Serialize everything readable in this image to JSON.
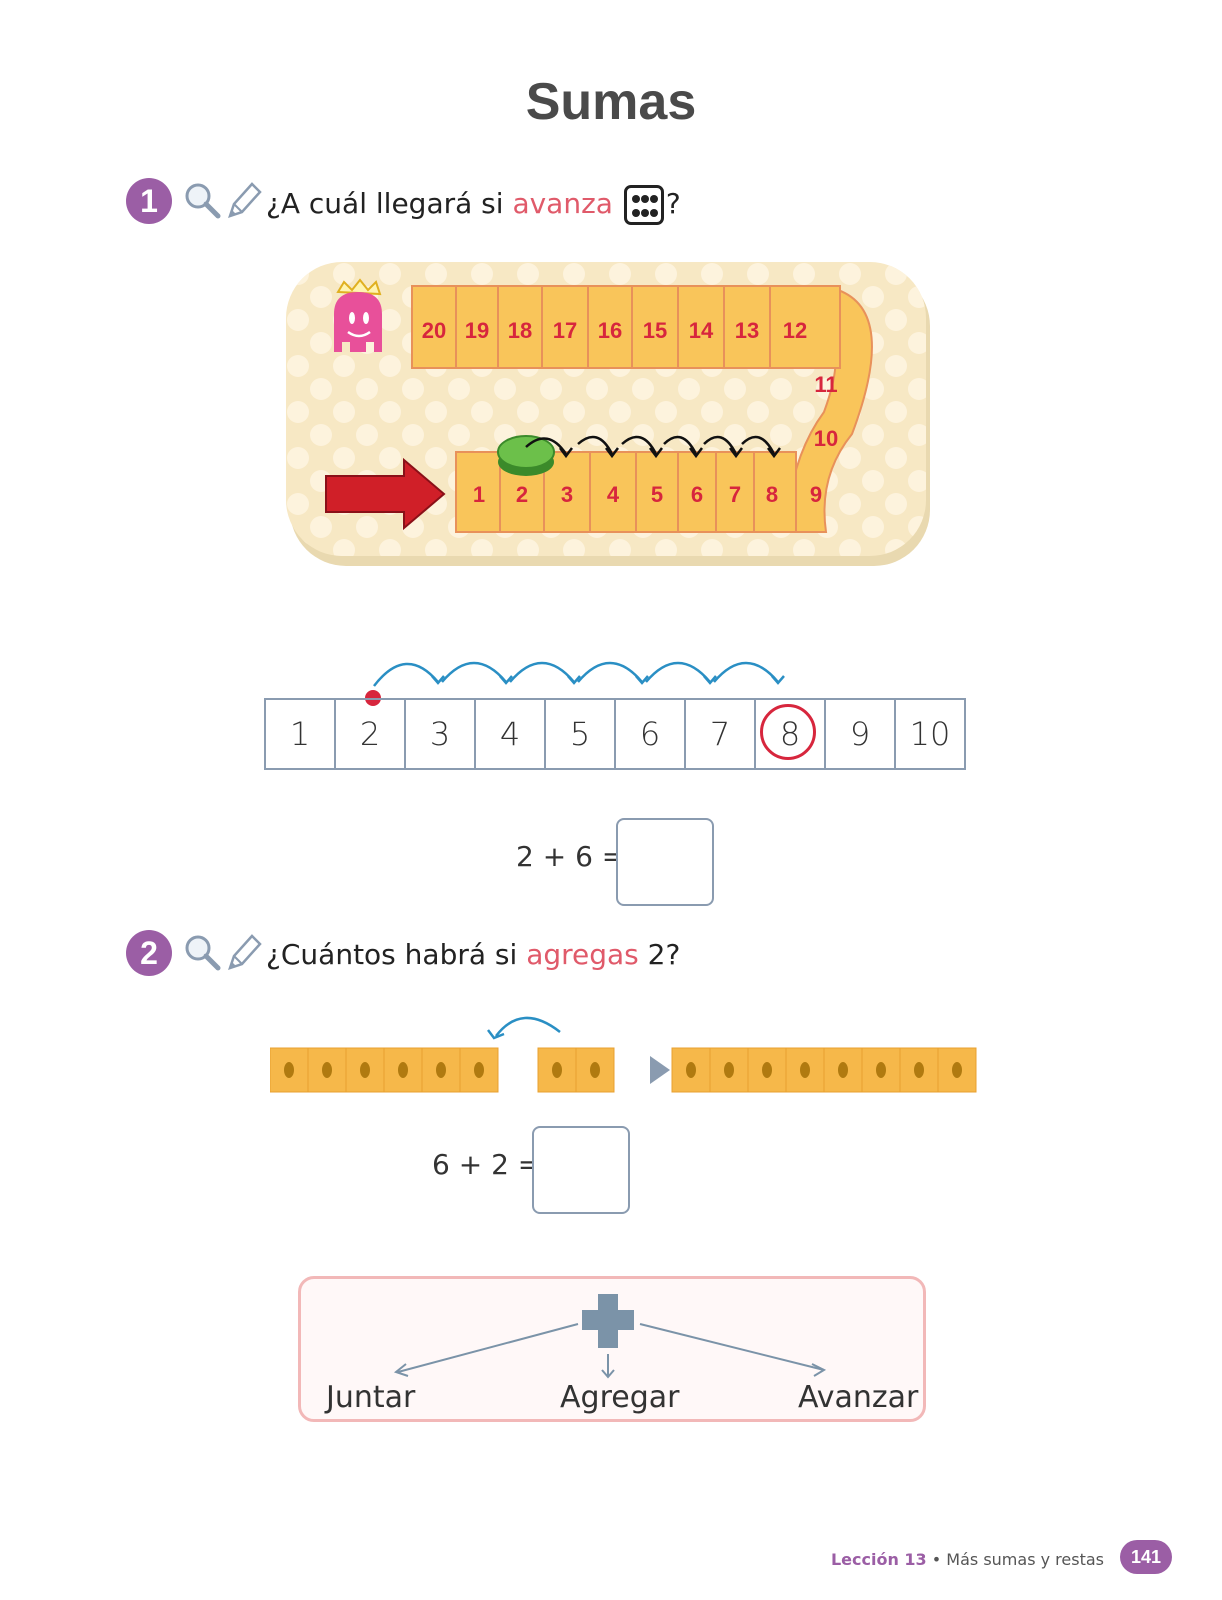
{
  "page": {
    "title": "Sumas",
    "q1": {
      "number": "1",
      "prefix": "¿A cuál llegará si ",
      "accent": "avanza",
      "suffix": "?",
      "die_value": 6
    },
    "board": {
      "top_row": [
        "20",
        "19",
        "18",
        "17",
        "16",
        "15",
        "14",
        "13",
        "12"
      ],
      "side": [
        "11",
        "10"
      ],
      "bottom_row": [
        "1",
        "2",
        "3",
        "4",
        "5",
        "6",
        "7",
        "8",
        "9"
      ]
    },
    "numberline": {
      "cells": [
        "1",
        "2",
        "3",
        "4",
        "5",
        "6",
        "7",
        "8",
        "9",
        "10"
      ],
      "start": "2",
      "circled": "8",
      "hops": 6
    },
    "eq1": {
      "text": "2 + 6 =",
      "answer": ""
    },
    "q2": {
      "number": "2",
      "prefix": "¿Cuántos habrá si ",
      "accent": "agregas",
      "suffix": " 2?"
    },
    "cubes": {
      "first": 6,
      "second": 2,
      "result": 8
    },
    "eq2": {
      "text": "6 + 2 =",
      "answer": ""
    },
    "summary": {
      "symbol": "+",
      "labels": [
        "Juntar",
        "Agregar",
        "Avanzar"
      ]
    },
    "footer": {
      "lesson": "Lección 13",
      "bullet": " • ",
      "topic": "Más sumas y restas",
      "page_number": "141"
    },
    "colors": {
      "accent": "#e05a6a",
      "question_badge": "#9b5ea5",
      "cube": "#f6b84a",
      "hop_arrow": "#2a8fc4",
      "circle": "#d7263d"
    }
  }
}
